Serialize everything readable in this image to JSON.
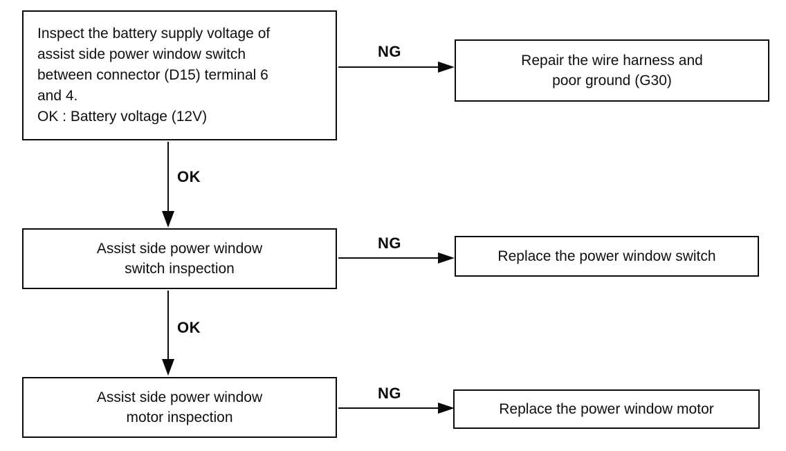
{
  "flowchart": {
    "background": "#ffffff",
    "line_color": "#0a0a0a",
    "text_color": "#0f0f0f",
    "boxes": {
      "battery_voltage_inspection": "Inspect the battery supply voltage of\nassist side power window switch\nbetween connector (D15) terminal 6\nand 4.\nOK : Battery voltage (12V)",
      "repair_wire_harness": "Repair the wire harness and\npoor ground (G30)",
      "switch_inspection": "Assist side power window\nswitch inspection",
      "replace_switch": "Replace the power window switch",
      "motor_inspection": "Assist side power window\nmotor inspection",
      "replace_motor": "Replace the power window motor"
    },
    "labels": {
      "ng": "NG",
      "ok": "OK"
    }
  }
}
